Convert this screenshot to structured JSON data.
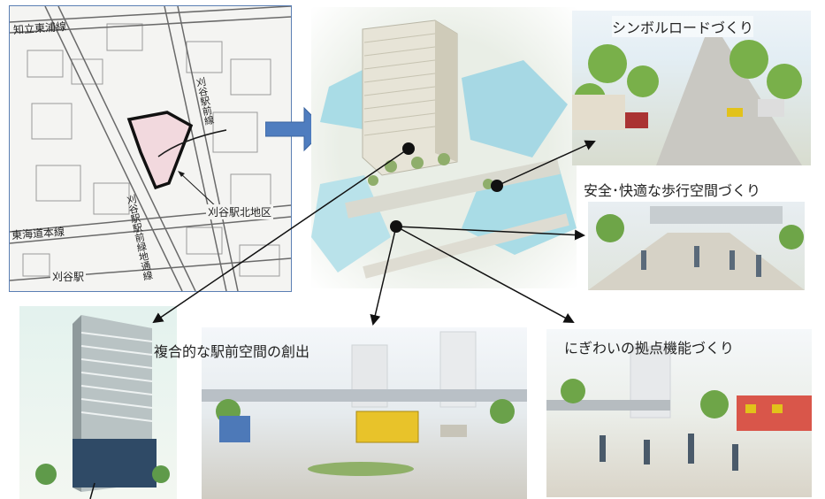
{
  "map": {
    "line_chiryu_higashiura": "知立東浦線",
    "line_tokaido": "東海道本線",
    "station_kariya": "刈谷駅",
    "area_north": "刈谷駅北地区",
    "road_ekimae": "刈谷駅前線",
    "road_ekimae_minami": "刈谷駅駅前緑地通線"
  },
  "captions": {
    "symbol_road": "シンボルロードづくり",
    "safe_walkway": "安全･快適な歩行空間づくり",
    "complex_plaza": "複合的な駅前空間の創出",
    "bustle_hub": "にぎわいの拠点機能づくり"
  },
  "colors": {
    "map_border": "#5b7fb4",
    "big_arrow": "#4f7dbf",
    "pointer": "#111111"
  }
}
